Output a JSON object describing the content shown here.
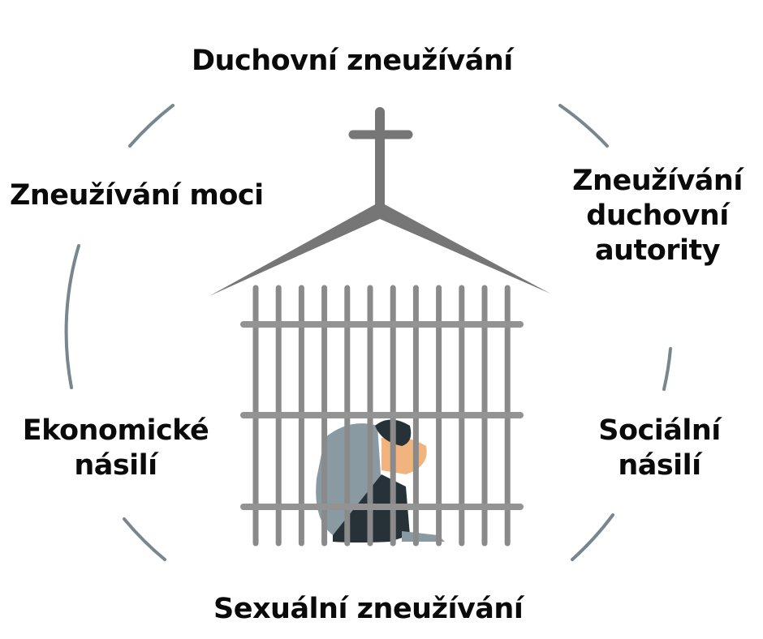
{
  "labels": {
    "top": "Duchovní zneužívání",
    "upper_left": "Zneužívání moci",
    "upper_right_1": "Zneužívání",
    "upper_right_2": "duchovní",
    "upper_right_3": "autority",
    "lower_left_1": "Ekonomické",
    "lower_left_2": "násilí",
    "lower_right_1": "Sociální",
    "lower_right_2": "násilí",
    "bottom": "Sexuální zneužívání"
  },
  "colors": {
    "ring": "#78868f",
    "church": "#767676",
    "bars": "#8a8a8a"
  }
}
